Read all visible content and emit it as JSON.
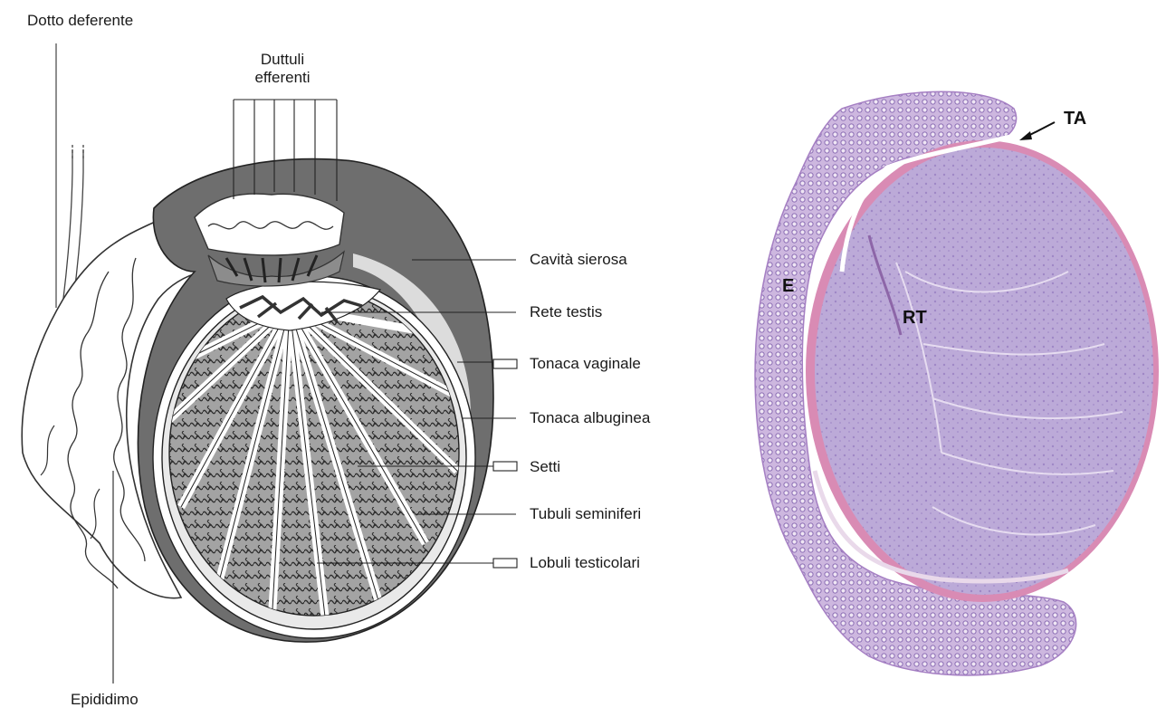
{
  "diagram": {
    "labels": {
      "dotto_deferente": "Dotto deferente",
      "duttuli_efferenti": "Duttuli\nefferenti",
      "cavita_sierosa": "Cavità sierosa",
      "rete_testis": "Rete testis",
      "tonaca_vaginale": "Tonaca vaginale",
      "tonaca_albuginea": "Tonaca albuginea",
      "setti": "Setti",
      "tubuli_seminiferi": "Tubuli seminiferi",
      "lobuli_testicolari": "Lobuli testicolari",
      "epididimo": "Epididimo"
    }
  },
  "histology": {
    "labels": {
      "ta": "TA",
      "e": "E",
      "rt": "RT"
    }
  },
  "colors": {
    "gray_outer": "#6e6e6e",
    "lobule_fill": "#9a9a9a",
    "histo_tissue": "#b9a6d6",
    "histo_capsule": "#d98bb4"
  }
}
